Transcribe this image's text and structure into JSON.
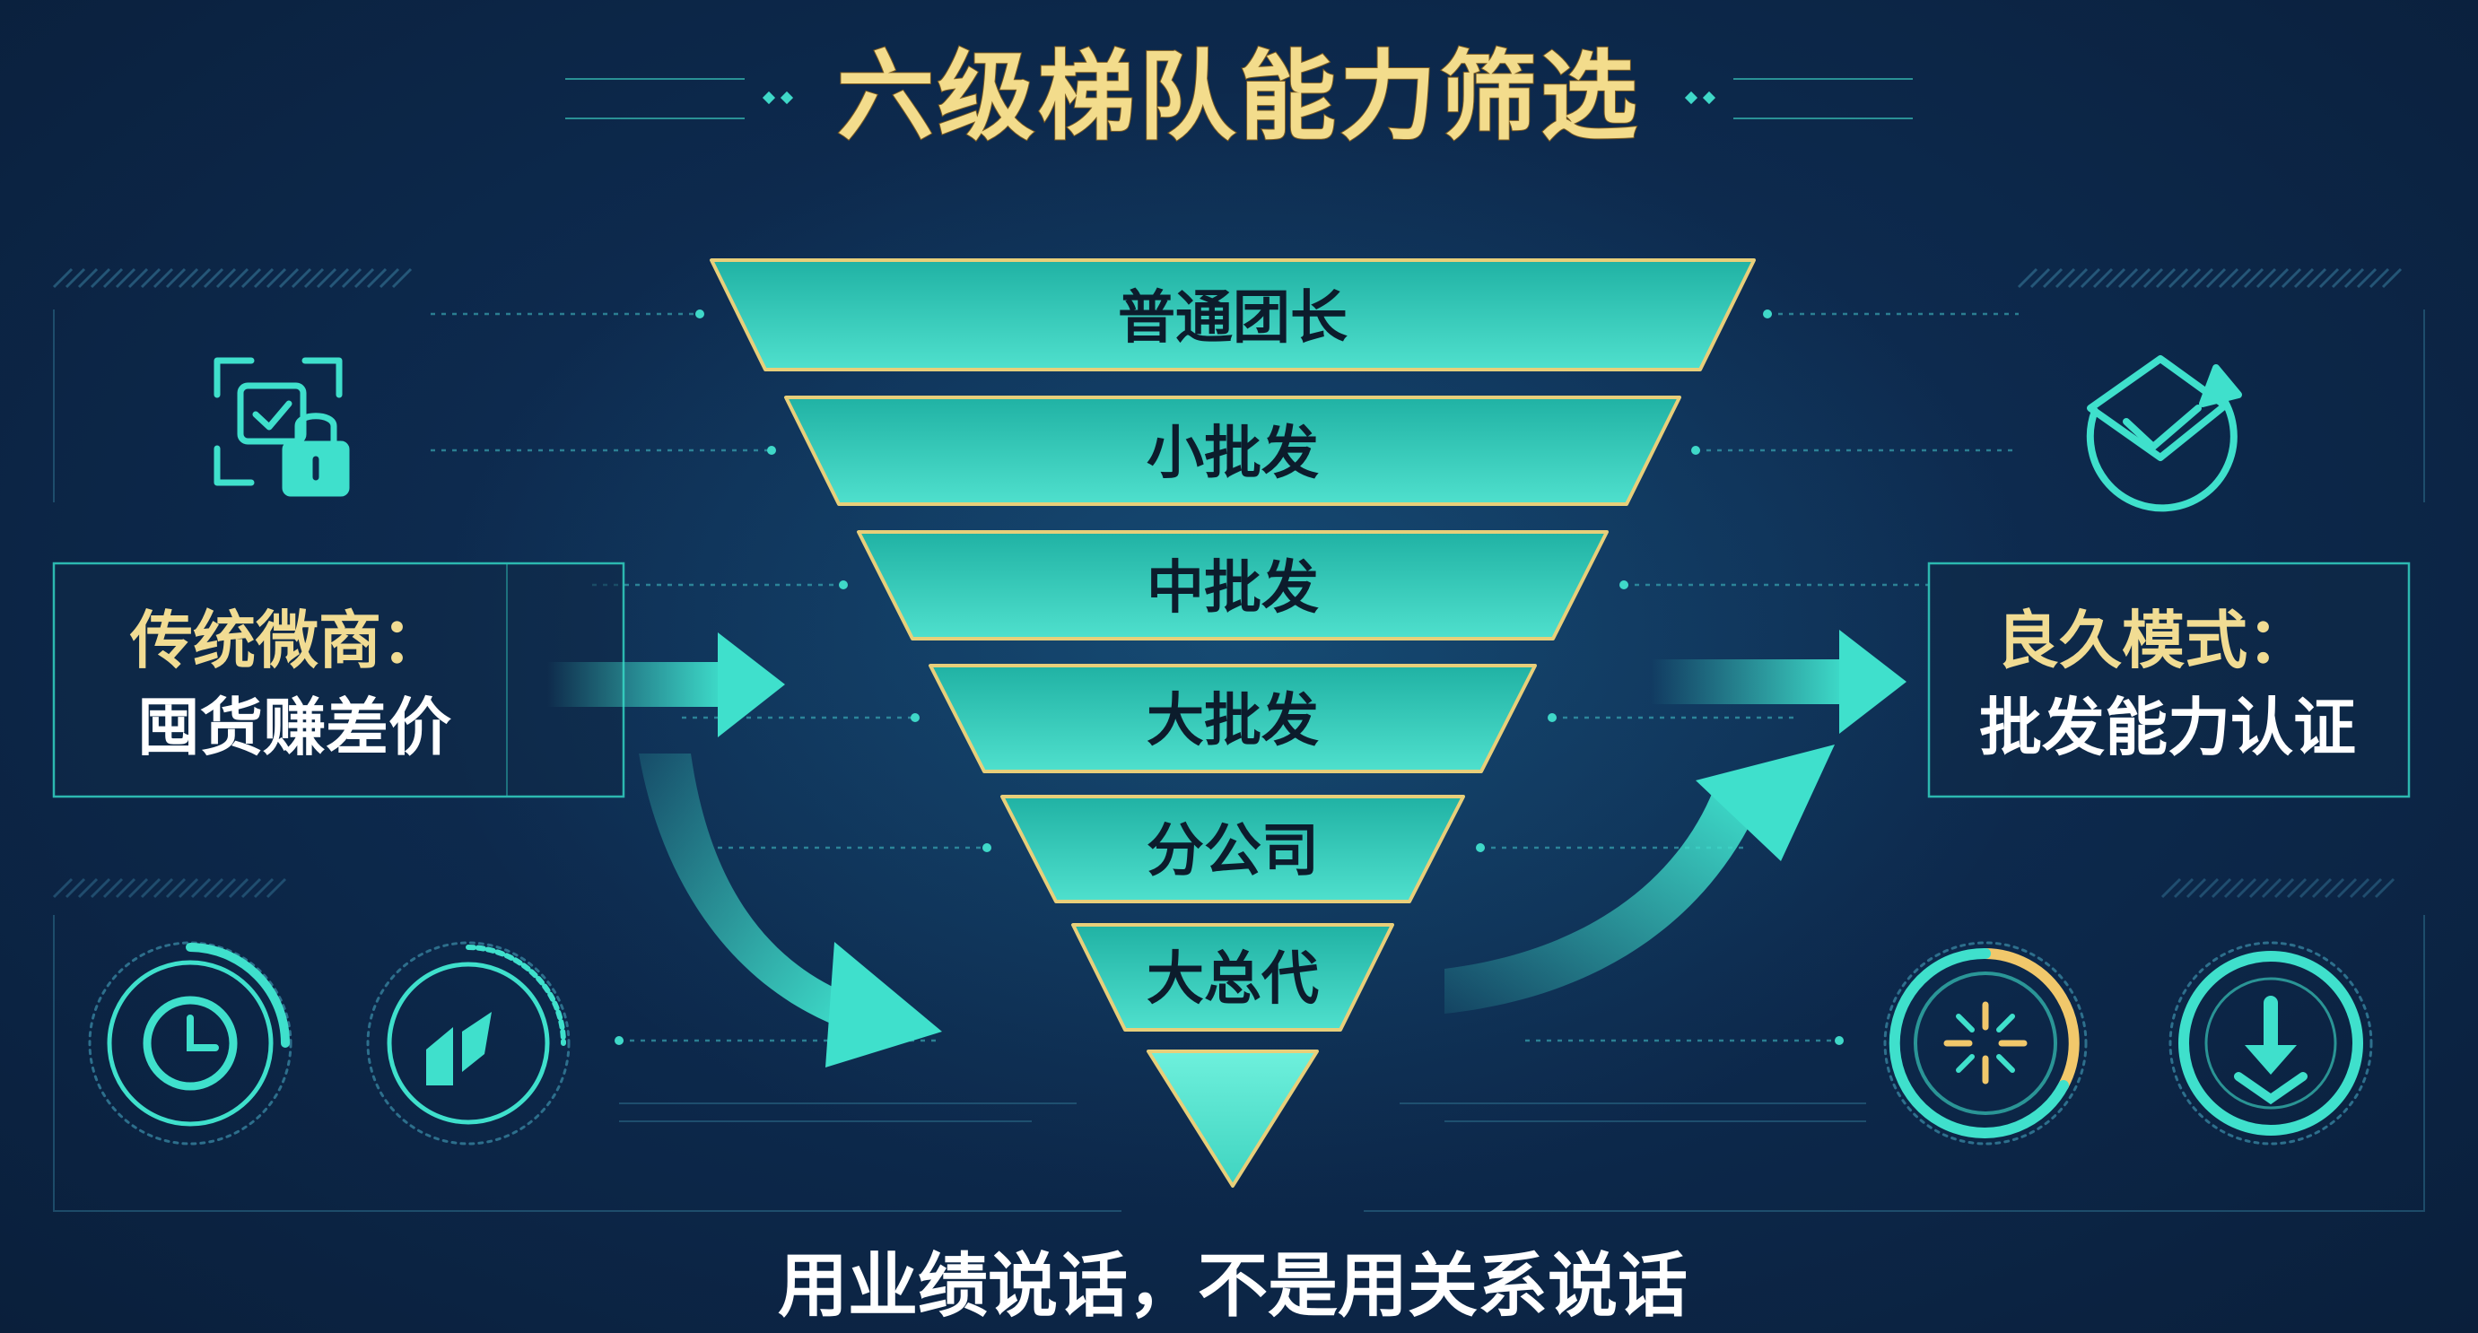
{
  "title": "六级梯队能力筛选",
  "funnel": {
    "levels": [
      {
        "label": "普通团长"
      },
      {
        "label": "小批发"
      },
      {
        "label": "中批发"
      },
      {
        "label": "大批发"
      },
      {
        "label": "分公司"
      },
      {
        "label": "大总代"
      }
    ]
  },
  "left_box": {
    "line1": "传统微商：",
    "line2": "囤货赚差价"
  },
  "right_box": {
    "line1": "良久模式：",
    "line2": "批发能力认证"
  },
  "bottom_text": "用业绩说话，不是用关系说话",
  "icons": {
    "left_top": "certificate-lock-icon",
    "right_top": "shield-check-icon",
    "left_bottom_1": "clock-gauge-icon",
    "left_bottom_2": "growth-gauge-icon",
    "right_bottom_1": "radiant-gauge-icon",
    "right_bottom_2": "download-gauge-icon"
  },
  "colors": {
    "title": "#f3dc8c",
    "funnel_border": "#e8cf7a",
    "teal": "#2cc3b3",
    "box_text": "#f1dc93",
    "bottom_text": "#ffffff"
  }
}
